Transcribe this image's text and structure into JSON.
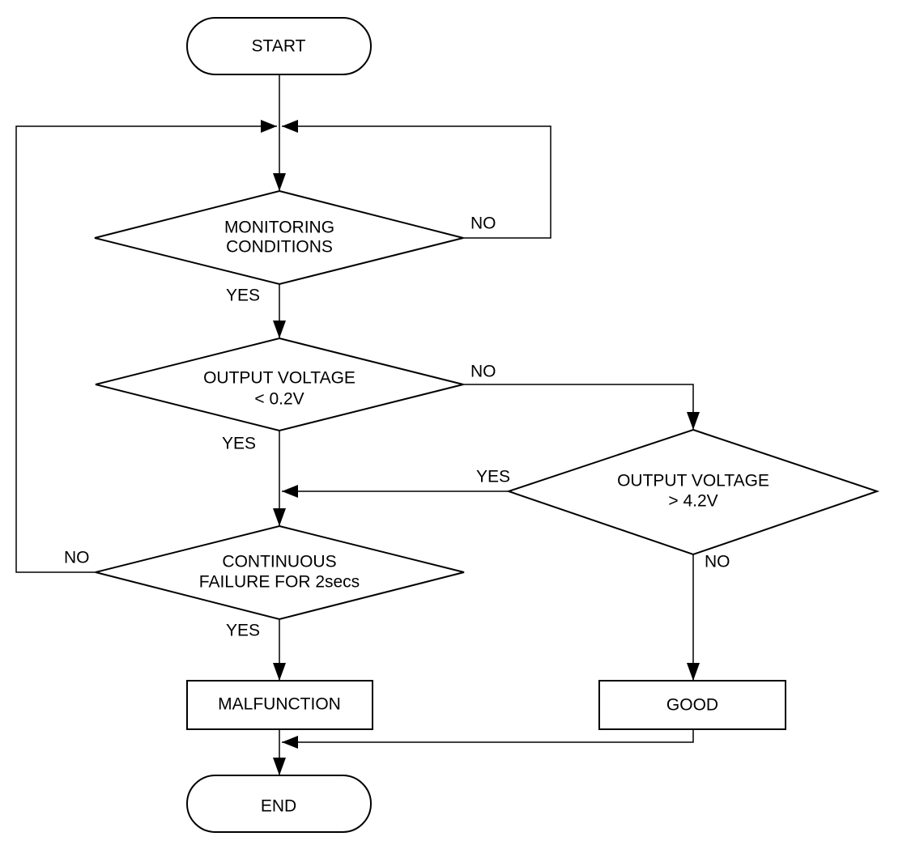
{
  "terminals": {
    "start": "START",
    "end": "END"
  },
  "decisions": {
    "monitoring": [
      "MONITORING",
      "CONDITIONS"
    ],
    "voltage_low": [
      "OUTPUT VOLTAGE",
      "< 0.2V"
    ],
    "voltage_high": [
      "OUTPUT VOLTAGE",
      "> 4.2V"
    ],
    "continuous": [
      "CONTINUOUS",
      "FAILURE FOR 2secs"
    ]
  },
  "processes": {
    "malfunction": "MALFUNCTION",
    "good": "GOOD"
  },
  "labels": {
    "monitoring_yes": "YES",
    "monitoring_no": "NO",
    "voltage_low_yes": "YES",
    "voltage_low_no": "NO",
    "voltage_high_yes": "YES",
    "voltage_high_no": "NO",
    "continuous_yes": "YES",
    "continuous_no": "NO"
  }
}
